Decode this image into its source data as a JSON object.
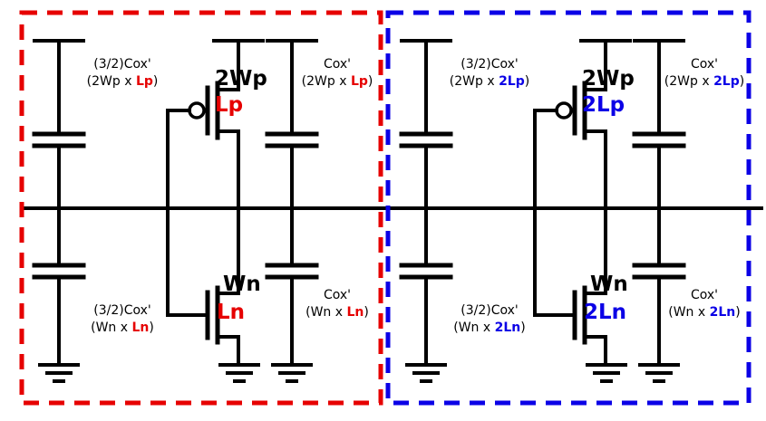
{
  "colors": {
    "red": "#e60000",
    "blue": "#0b00e6",
    "wire": "#000000",
    "background": "#ffffff"
  },
  "left": {
    "cap_top_left": {
      "line1": "(3/2)Cox'",
      "pre": "(2Wp x ",
      "accent": "Lp",
      "suf": ")"
    },
    "cap_top_right": {
      "line1": "Cox'",
      "pre": "(2Wp x ",
      "accent": "Lp",
      "suf": ")"
    },
    "pmos": {
      "width": "2Wp",
      "length": "Lp"
    },
    "nmos": {
      "width": "Wn",
      "length": "Ln"
    },
    "cap_bottom_left": {
      "line1": "(3/2)Cox'",
      "pre": "(Wn x ",
      "accent": "Ln",
      "suf": ")"
    },
    "cap_bottom_right": {
      "line1": "Cox'",
      "pre": "(Wn x ",
      "accent": "Ln",
      "suf": ")"
    }
  },
  "right": {
    "cap_top_left": {
      "line1": "(3/2)Cox'",
      "pre": "(2Wp x ",
      "accent": "2Lp",
      "suf": ")"
    },
    "cap_top_right": {
      "line1": "Cox'",
      "pre": "(2Wp x ",
      "accent": "2Lp",
      "suf": ")"
    },
    "pmos": {
      "width": "2Wp",
      "length": "2Lp"
    },
    "nmos": {
      "width": "Wn",
      "length": "2Ln"
    },
    "cap_bottom_left": {
      "line1": "(3/2)Cox'",
      "pre": "(Wn x ",
      "accent": "2Ln",
      "suf": ")"
    },
    "cap_bottom_right": {
      "line1": "Cox'",
      "pre": "(Wn x ",
      "accent": "2Ln",
      "suf": ")"
    }
  }
}
